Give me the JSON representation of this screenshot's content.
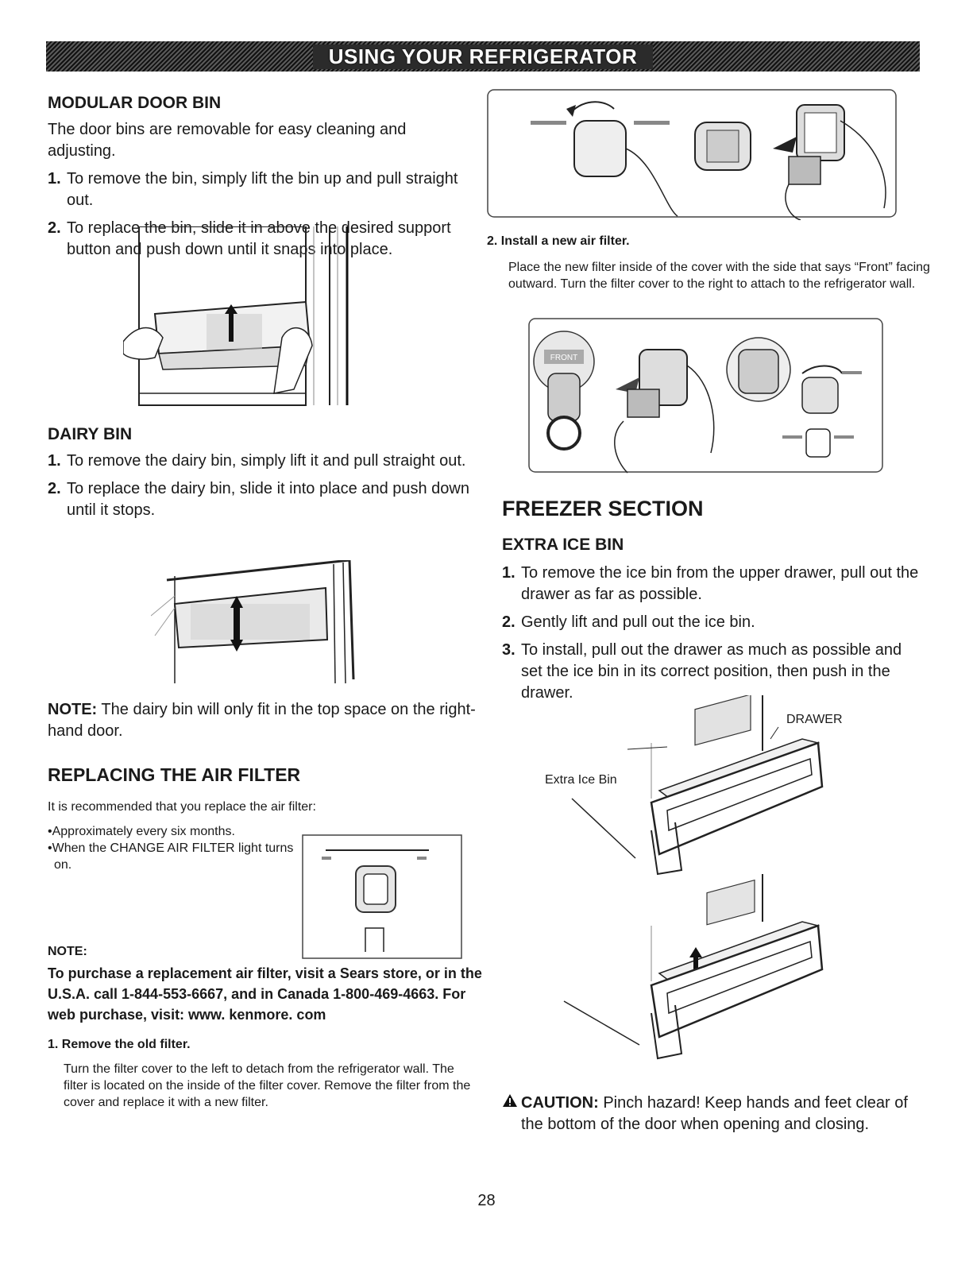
{
  "header": {
    "title": "USING YOUR REFRIGERATOR"
  },
  "modular": {
    "heading": "MODULAR DOOR BIN",
    "intro": "The door bins are removable for easy cleaning and adjusting.",
    "steps": [
      {
        "num": "1.",
        "text": "To remove the bin, simply lift the bin up and pull straight out."
      },
      {
        "num": "2.",
        "text": "To replace the bin, slide it in above the desired support button and push down until it snaps into place."
      }
    ]
  },
  "dairy": {
    "heading": "DAIRY BIN",
    "steps": [
      {
        "num": "1.",
        "text": "To remove the dairy bin, simply lift it and pull straight out."
      },
      {
        "num": "2.",
        "text": "To replace the dairy bin, slide it into place and push down until it stops."
      }
    ],
    "note_label": "NOTE:",
    "note_text": "The dairy bin will only fit in the top space on the right-hand door."
  },
  "airfilter": {
    "heading": "REPLACING THE AIR FILTER",
    "intro": "It is recommended that you replace the air filter:",
    "bullets": [
      "•Approximately every six months.",
      "•When the CHANGE AIR FILTER light turns on."
    ],
    "note_label": "NOTE:",
    "note_text": "To purchase a replacement air filter, visit a Sears store, or in the U.S.A. call 1-844-553-6667, and in Canada 1-800-469-4663. For web purchase, visit: www. kenmore. com",
    "step1_title": "1. Remove the old filter.",
    "step1_text": "Turn the filter cover to the left to detach from the refrigerator wall. The filter is located on the inside of the filter cover. Remove the filter from the cover and replace it with a new filter.",
    "step2_title": "2. Install a new air filter.",
    "step2_text": "Place the new filter inside of the cover with the side that says “Front” facing outward. Turn the filter cover to the right to attach to the refrigerator wall.",
    "front_label": "FRONT"
  },
  "freezer": {
    "heading": "FREEZER SECTION",
    "subheading": "EXTRA ICE BIN",
    "steps": [
      {
        "num": "1.",
        "text": "To remove the ice bin from the upper drawer, pull out the drawer as far as possible."
      },
      {
        "num": "2.",
        "text": "Gently lift and pull out the ice bin."
      },
      {
        "num": "3.",
        "text": "To install, pull out the drawer as much as possible and set the ice bin in its correct position, then push in the drawer."
      }
    ],
    "label_drawer": "DRAWER",
    "label_icebin": "Extra Ice Bin"
  },
  "caution": {
    "icon": "warning-triangle-icon",
    "label": "CAUTION:",
    "text": "Pinch hazard! Keep hands and feet clear of the bottom of the door when opening and closing."
  },
  "page_number": "28"
}
